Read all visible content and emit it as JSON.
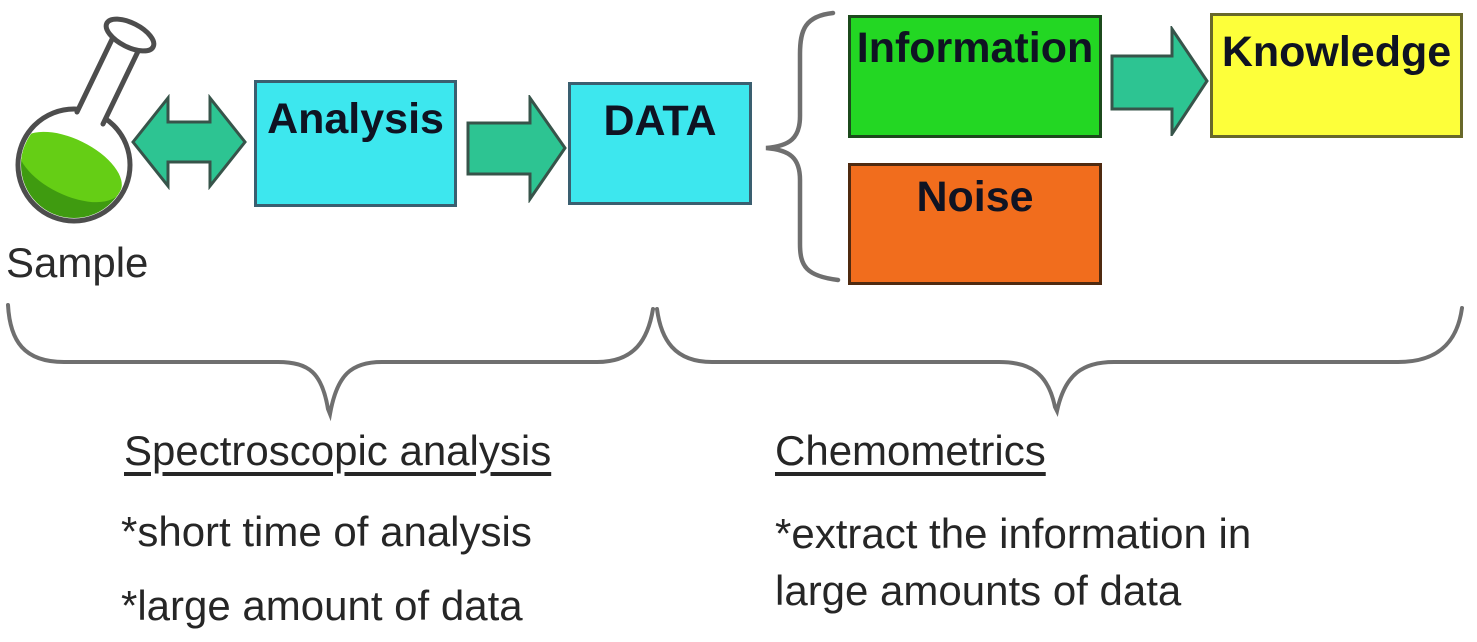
{
  "flow": {
    "sample_label": "Sample",
    "boxes": {
      "analysis": {
        "label": "Analysis",
        "fill": "#3de7ee"
      },
      "data": {
        "label": "DATA",
        "fill": "#3de7ee"
      },
      "information": {
        "label": "Information",
        "fill": "#23d723"
      },
      "noise": {
        "label": "Noise",
        "fill": "#f16d1d"
      },
      "knowledge": {
        "label": "Knowledge",
        "fill": "#fdff3a"
      }
    },
    "icons": {
      "flask": "flask-icon",
      "bidirectional_arrow": "double-arrow-icon",
      "forward_arrow": "right-arrow-icon",
      "split_brace": "curly-brace-icon"
    }
  },
  "annotations": {
    "spectroscopic": {
      "heading": "Spectroscopic analysis",
      "bullets": [
        "*short time of analysis",
        "*large amount of data"
      ]
    },
    "chemometrics": {
      "heading": "Chemometrics",
      "bullets": [
        "*extract the information in large amounts of data"
      ]
    }
  },
  "colors": {
    "cyan_box": "#3de7ee",
    "green_box": "#23d723",
    "orange_box": "#f16d1d",
    "yellow_box": "#fdff3a",
    "arrow_fill": "#2dc492",
    "brace_gray": "#6f6f6f",
    "flask_liquid_light": "#65ce15",
    "flask_liquid_dark": "#3f9b10",
    "text_dark": "#262626"
  }
}
